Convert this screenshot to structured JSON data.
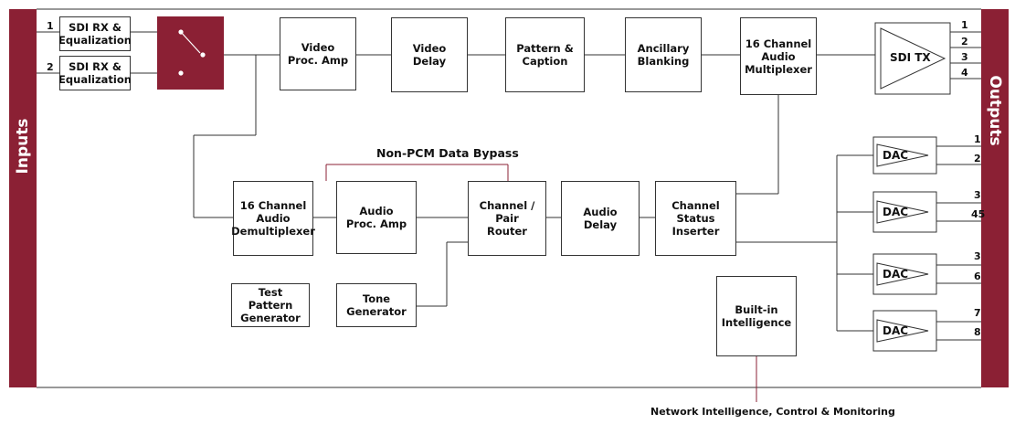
{
  "inputs_label": "Inputs",
  "outputs_label": "Outputs",
  "blocks": {
    "sdi_rx_1": "SDI RX &\nEqualization",
    "sdi_rx_2": "SDI RX &\nEqualization",
    "video_proc_amp": "Video\nProc. Amp",
    "video_delay": "Video\nDelay",
    "pattern_caption": "Pattern &\nCaption",
    "ancillary_blanking": "Ancillary\nBlanking",
    "audio_mux": "16 Channel\nAudio\nMultiplexer",
    "sdi_tx": "SDI TX",
    "audio_demux": "16 Channel\nAudio\nDemultiplexer",
    "audio_proc_amp": "Audio\nProc. Amp",
    "channel_pair_router": "Channel / Pair\nRouter",
    "audio_delay": "Audio\nDelay",
    "channel_status_inserter": "Channel\nStatus\nInserter",
    "test_pattern_generator": "Test\nPattern\nGenerator",
    "tone_generator": "Tone\nGenerator",
    "built_in_intelligence": "Built-in\nIntelligence"
  },
  "dac_label": "DAC",
  "input_numbers": [
    "1",
    "2"
  ],
  "sdi_output_numbers": [
    "1",
    "2",
    "3",
    "4"
  ],
  "dac_output_numbers": [
    "1",
    "2",
    "3",
    "45",
    "3",
    "6",
    "7",
    "8"
  ],
  "non_pcm_label": "Non-PCM Data Bypass",
  "network_label": "Network Intelligence, Control & Monitoring",
  "colors": {
    "accent": "#8b2034",
    "line": "#333333"
  }
}
